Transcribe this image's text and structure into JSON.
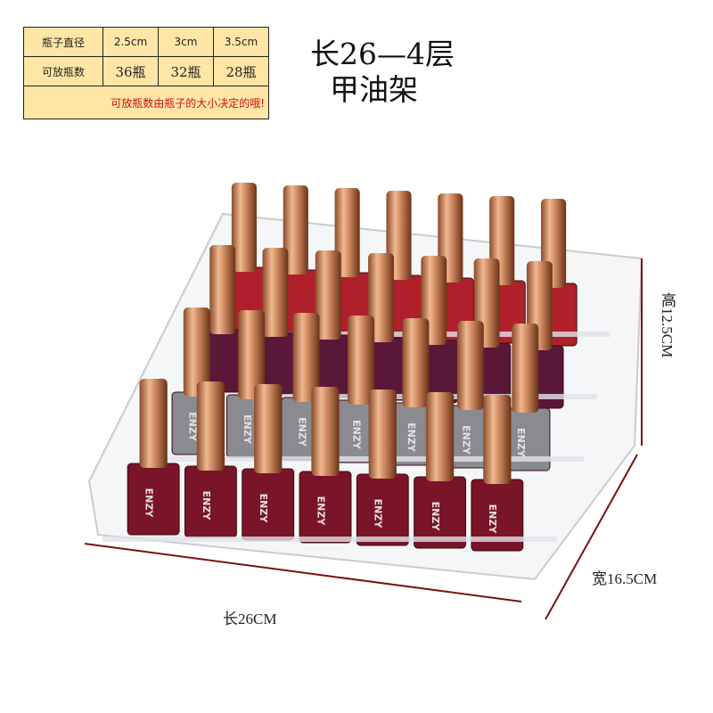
{
  "spec_table": {
    "header": [
      "瓶子直径",
      "2.5cm",
      "3cm",
      "3.5cm"
    ],
    "counts": [
      "可放瓶数",
      "36瓶",
      "32瓶",
      "28瓶"
    ],
    "note": "可放瓶数由瓶子的大小决定的哦!"
  },
  "title": {
    "line1": "长26—4层",
    "line2": "甲油架"
  },
  "dimensions": {
    "length": "长26CM",
    "width": "宽16.5CM",
    "height": "高12.5CM"
  },
  "product": {
    "tiers": 4,
    "bottles_per_tier": 7,
    "brand_text": "ENZY",
    "cap_color": "#C8825A",
    "polish_colors": [
      "#B0202A",
      "#5A1838",
      "#8A8A90",
      "#7A1428"
    ]
  }
}
